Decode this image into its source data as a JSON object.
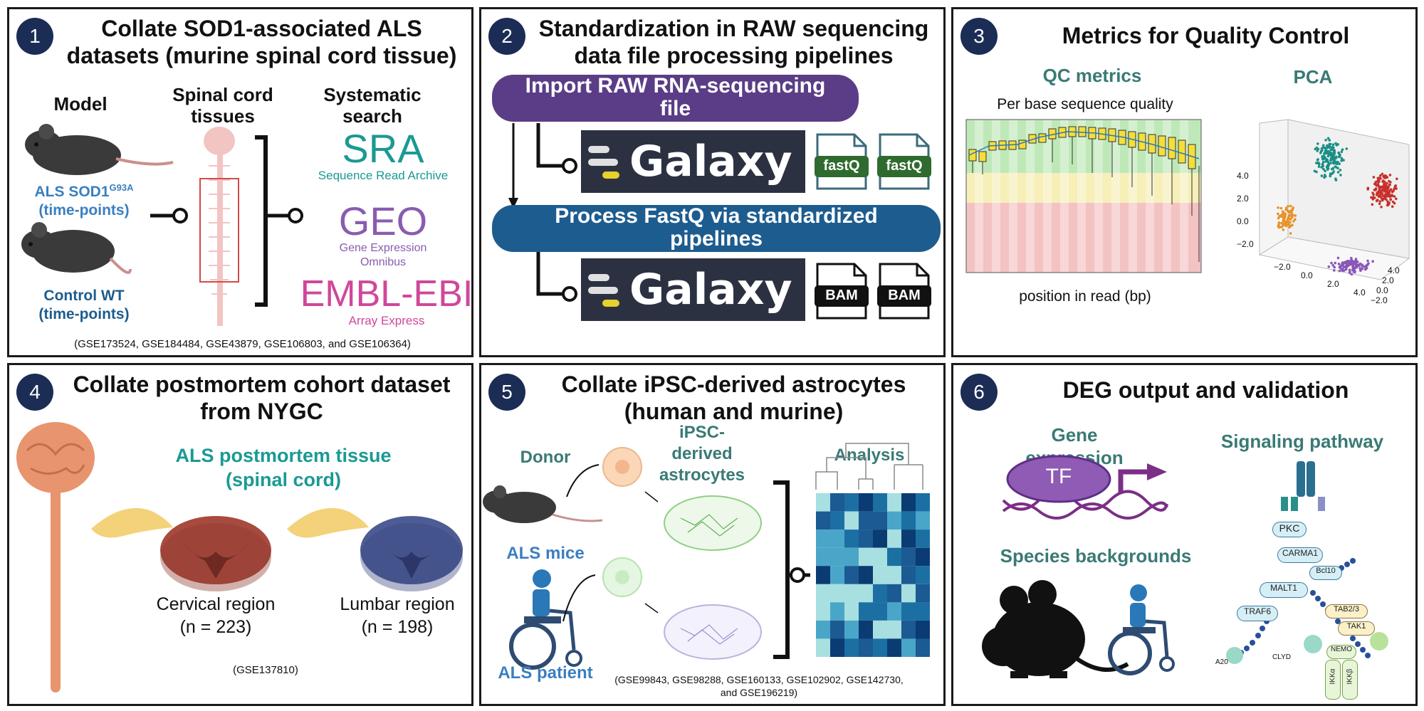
{
  "panels": [
    {
      "number": "1",
      "title_line1": "Collate SOD1-associated ALS",
      "title_line2": "datasets (murine spinal cord tissue)",
      "model_label": "Model",
      "spinal_label_1": "Spinal cord",
      "spinal_label_2": "tissues",
      "search_label_1": "Systematic",
      "search_label_2": "search",
      "als_label_1": "ALS SOD1",
      "als_label_sup": "G93A",
      "als_label_2": "(time-points)",
      "control_label_1": "Control WT",
      "control_label_2": "(time-points)",
      "sources": [
        {
          "name": "SRA",
          "desc": "Sequence Read Archive",
          "color": "#1a9a93"
        },
        {
          "name": "GEO",
          "desc": "Gene Expression",
          "desc2": "Omnibus",
          "color": "#8a5cb0"
        },
        {
          "name": "EMBL-EBI",
          "desc": "Array Express",
          "color": "#d0479a"
        }
      ],
      "accessions": "(GSE173524, GSE184484, GSE43879, GSE106803, and GSE106364)"
    },
    {
      "number": "2",
      "title_line1": "Standardization in RAW sequencing",
      "title_line2": "data file processing pipelines",
      "step1_line1": "Import RAW RNA-sequencing",
      "step1_line2": "file",
      "step2_line1": "Process FastQ via standardized",
      "step2_line2": "pipelines",
      "galaxy_word": "Galaxy",
      "file1": "fastQ",
      "file2": "fastQ",
      "file3": "BAM",
      "file4": "BAM"
    },
    {
      "number": "3",
      "title": "Metrics for Quality Control",
      "qc_label": "QC metrics",
      "pca_label": "PCA",
      "plot_title": "Per base sequence quality",
      "x_axis_label": "position in read (bp)",
      "pca_ticks_z": [
        "4.0",
        "2.0",
        "0.0",
        "−2.0"
      ],
      "pca_ticks_x": [
        "−2.0",
        "0.0",
        "2.0",
        "4.0"
      ],
      "pca_ticks_y": [
        "−2.0",
        "0.0",
        "2.0",
        "4.0"
      ]
    },
    {
      "number": "4",
      "title_line1": "Collate postmortem cohort dataset",
      "title_line2": "from NYGC",
      "tissue_line1": "ALS postmortem tissue",
      "tissue_line2": "(spinal cord)",
      "cervical_label": "Cervical region",
      "cervical_n": "(n = 223)",
      "lumbar_label": "Lumbar region",
      "lumbar_n": "(n = 198)",
      "accessions": "(GSE137810)"
    },
    {
      "number": "5",
      "title_line1": "Collate iPSC-derived astrocytes",
      "title_line2": "(human and murine)",
      "donor_label": "Donor",
      "ipsc_line1": "iPSC-",
      "ipsc_line2": "derived",
      "ipsc_line3": "astrocytes",
      "analysis_label": "Analysis",
      "als_mice": "ALS mice",
      "als_patient": "ALS patient",
      "accessions_line1": "(GSE99843, GSE98288, GSE160133, GSE102902, GSE142730,",
      "accessions_line2": "and GSE196219)"
    },
    {
      "number": "6",
      "title": "DEG output and validation",
      "gene_expr_1": "Gene",
      "gene_expr_2": "expression",
      "tf_label": "TF",
      "signaling_label": "Signaling pathway",
      "species_label": "Species backgrounds",
      "pathway_nodes": [
        "PKC",
        "CARMA1",
        "Bcl10",
        "MALT1",
        "TRAF6",
        "TAB2/3",
        "TAK1",
        "CLYD",
        "A20",
        "NEMO",
        "IKKα",
        "IKKβ"
      ]
    }
  ],
  "colors": {
    "number_badge": "#1b2d55",
    "teal": "#3a7a75",
    "blue_label": "#3a7fc1",
    "purple_pill": "#5a3d86",
    "blue_pill": "#1d5c8f",
    "galaxy_bg": "#2c3142",
    "galaxy_yellow": "#e6d22c",
    "fastq_green": "#2f6b2e"
  }
}
